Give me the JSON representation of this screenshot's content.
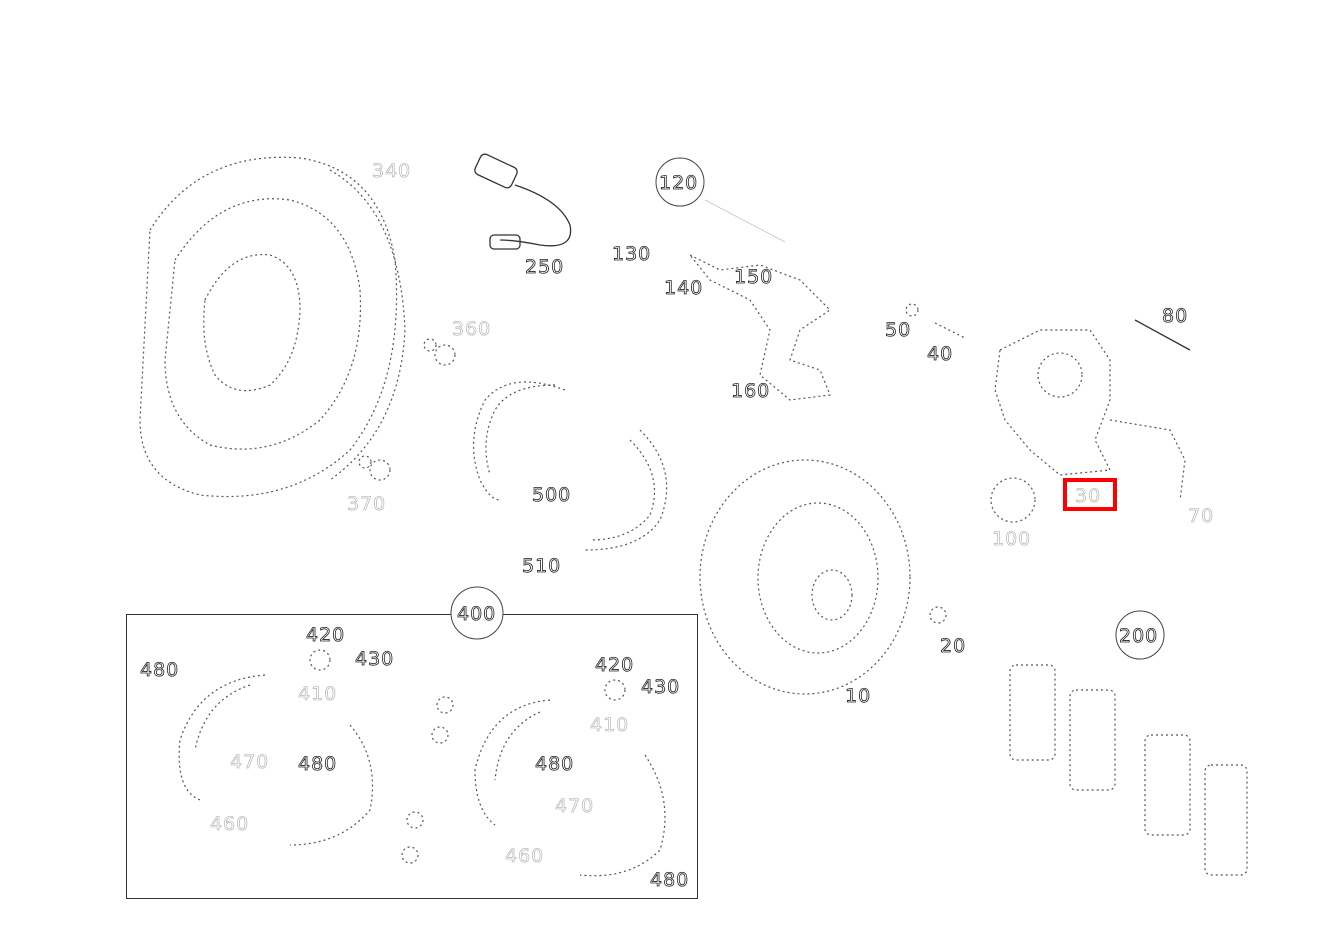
{
  "callouts": {
    "backing_plate": "340",
    "sensor": "250",
    "group_120": "120",
    "p130": "130",
    "p140": "140",
    "p150": "150",
    "p160": "160",
    "p360": "360",
    "p370": "370",
    "p50": "50",
    "p40": "40",
    "p80": "80",
    "p500": "500",
    "p510": "510",
    "selected": "30",
    "p100": "100",
    "p70": "70",
    "p20": "20",
    "p10": "10",
    "group_200": "200",
    "group_400": "400",
    "box_420a": "420",
    "box_430a": "430",
    "box_480a": "480",
    "box_410a": "410",
    "box_470a": "470",
    "box_480b": "480",
    "box_460a": "460",
    "box_420b": "420",
    "box_430b": "430",
    "box_410b": "410",
    "box_480c": "480",
    "box_470b": "470",
    "box_460b": "460",
    "box_480d": "480"
  },
  "highlight_color": "#ff0000"
}
